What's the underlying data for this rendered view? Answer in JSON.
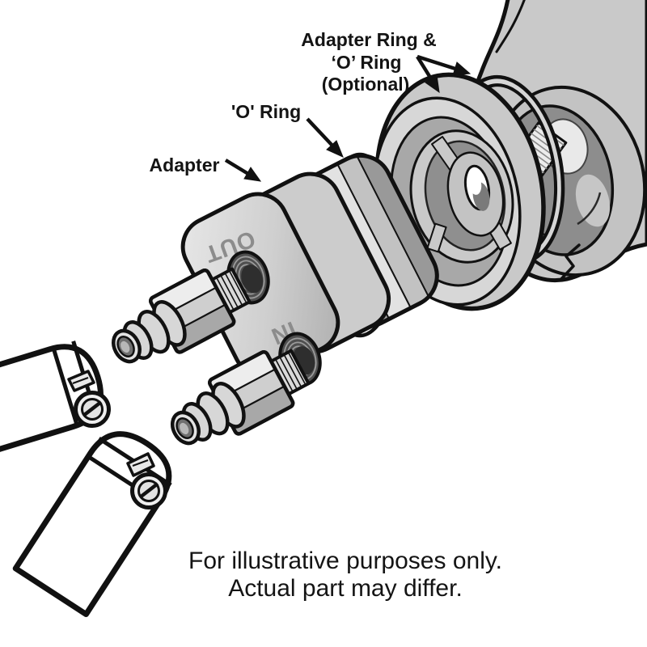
{
  "illustration": {
    "title_callout": {
      "line1": "Adapter Ring &",
      "line2": "‘O’ Ring",
      "line3": "(Optional)"
    },
    "oring_callout": "'O' Ring",
    "adapter_callout": "Adapter",
    "part_markings": {
      "out": "OUT",
      "in": "IN"
    },
    "caption": {
      "line1": "For illustrative purposes only.",
      "line2": "Actual part may differ."
    },
    "palette": {
      "background": "#ffffff",
      "outline": "#111111",
      "metal_light": "#dcdcdc",
      "metal_mid": "#c9c9c9",
      "metal_shadow": "#a8a8a8",
      "pad_dark": "#8d8d8d",
      "label_text": "#141414",
      "embossed_text": "#8c8c8c",
      "hose_fill": "#ffffff"
    }
  }
}
